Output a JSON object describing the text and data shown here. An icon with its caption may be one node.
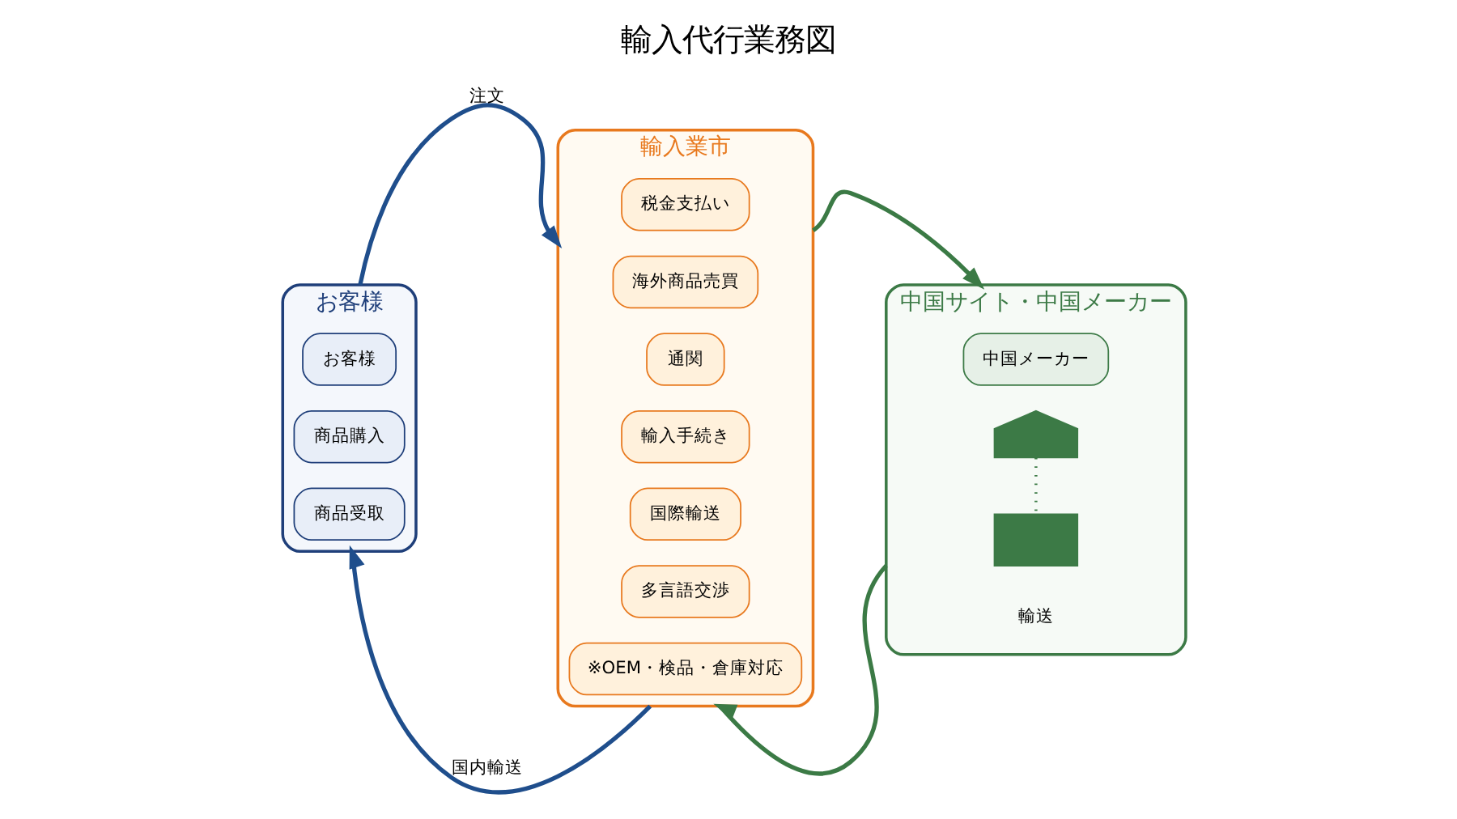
{
  "diagram": {
    "title": "輸入代行業務図",
    "nodes": [
      {
        "text": [
          "お客様"
        ]
      },
      {
        "text": [
          "お客様"
        ],
        "in": 0
      },
      {
        "text": [
          "商品購入"
        ],
        "in": 0
      },
      {
        "text": [
          "商品受取"
        ],
        "in": 0
      },
      {
        "text": [
          "輸入業市"
        ]
      },
      {
        "text": [
          "海外商品売買"
        ],
        "in": 4
      },
      {
        "text": [
          "通関"
        ],
        "in": 4
      },
      {
        "text": [
          "輸入手続き"
        ],
        "in": 4
      },
      {
        "text": [
          "国際輸送"
        ],
        "in": 4
      },
      {
        "text": [
          "多言語交渉"
        ],
        "in": 4
      },
      {
        "text": [
          "税金支払い"
        ],
        "in": 4
      },
      {
        "text": [
          "※OEM・検品・倉庫対応"
        ],
        "in": 4
      },
      {
        "text": [
          "中国サイト・中国メーカー"
        ]
      },
      {
        "text": [
          "中国メーカー"
        ],
        "in": 12
      },
      {
        "text": [],
        "shape": "factory",
        "in": 12
      },
      {
        "text": [],
        "shape": "truck",
        "in": 12,
        "beside": [
          "輸送"
        ]
      }
    ],
    "edges": [
      {
        "from": 0,
        "to": 4,
        "arrow": "to",
        "label": "注文",
        "color": "#1f4e8c"
      },
      {
        "from": 4,
        "to": 12,
        "arrow": "to",
        "color": "#3b7a45"
      },
      {
        "from": 12,
        "to": 4,
        "arrow": "to",
        "color": "#3b7a45"
      },
      {
        "from": 4,
        "to": 0,
        "arrow": "to",
        "label": "国内輸送",
        "color": "#1f4e8c"
      },
      {
        "from": 14,
        "to": 15,
        "arrow": "none",
        "style": "dashed",
        "color": "#3b7a45"
      }
    ]
  }
}
